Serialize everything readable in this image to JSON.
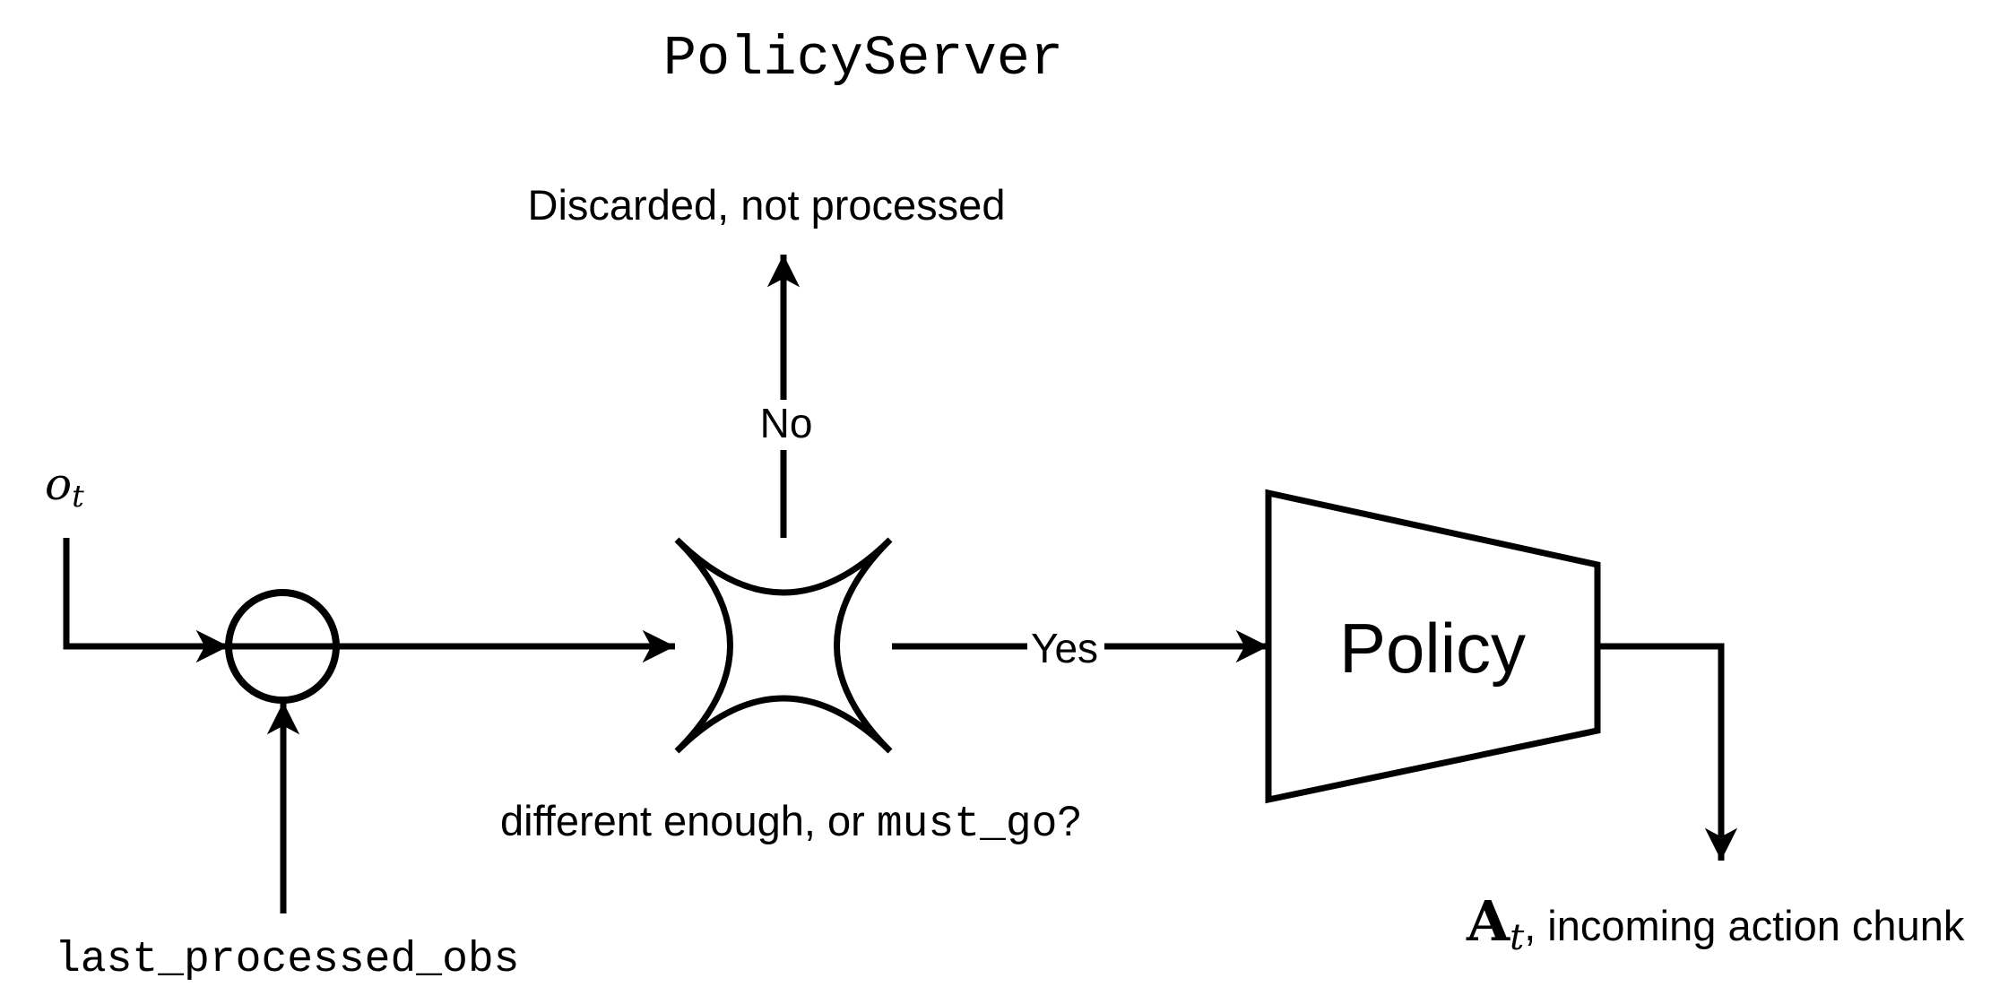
{
  "colors": {
    "ink": "#000000",
    "background": "#ffffff"
  },
  "title": "PolicyServer",
  "discard_branch": {
    "label": "Discarded, not processed",
    "branch_label": "No"
  },
  "observation_input": {
    "base": "o",
    "subscript": "t"
  },
  "comparison": {
    "memory_label": "last_processed_obs"
  },
  "decision": {
    "question_text": "different enough, or ",
    "question_code": "must_go",
    "question_suffix": "?",
    "yes_label": "Yes"
  },
  "policy": {
    "label": "Policy"
  },
  "action_output": {
    "bold": "A",
    "subscript": "t",
    "rest": ", incoming action chunk"
  }
}
